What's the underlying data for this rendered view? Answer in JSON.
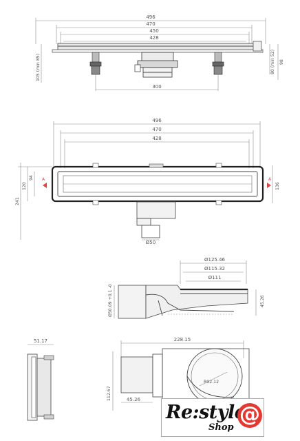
{
  "front_view": {
    "widths": [
      "496",
      "470",
      "450",
      "428"
    ],
    "height_left": "105 (min 85)",
    "height_right_inner": "80 (min 52)",
    "height_right_outer": "98",
    "bottom": "300"
  },
  "top_view": {
    "widths": [
      "496",
      "470",
      "428"
    ],
    "left_outer": "241",
    "left_a": "120",
    "left_b": "94",
    "right": "136",
    "outlet": "Ø50",
    "section_mark": "A"
  },
  "outlet_view": {
    "d1": "Ø125.46",
    "d2": "Ø115.32",
    "d3": "Ø111",
    "height": "45.26",
    "outlet": "Ø50.09 +0.1 -0"
  },
  "side_view": {
    "width": "51.17"
  },
  "plan_outlet": {
    "width": "228.15",
    "height": "112.67",
    "offset": "45.26",
    "radius": "R92.12"
  },
  "logo": {
    "main": "Re:style",
    "sub": "Shop",
    "symbol": "@"
  }
}
